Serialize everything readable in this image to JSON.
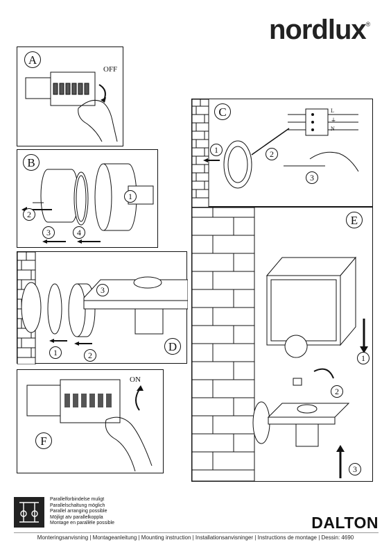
{
  "brand": {
    "name": "nordlux",
    "mark": "®"
  },
  "panels": {
    "A": {
      "label": "A",
      "state": "OFF"
    },
    "B": {
      "label": "B",
      "steps": [
        "1",
        "2",
        "3",
        "4"
      ]
    },
    "C": {
      "label": "C",
      "steps": [
        "1",
        "2",
        "3"
      ],
      "terminals": [
        "L",
        "⏚",
        "N"
      ]
    },
    "D": {
      "label": "D",
      "steps": [
        "1",
        "2",
        "3"
      ]
    },
    "E": {
      "label": "E",
      "steps": [
        "1",
        "2",
        "3"
      ]
    },
    "F": {
      "label": "F",
      "state": "ON"
    }
  },
  "parallel": {
    "lines": [
      "Parallelforbindelse muligt",
      "Parallelschaltung möglich",
      "Parallel arranging possible",
      "Möjligt atv parallelkoppla",
      "Montage en parallèle possible"
    ]
  },
  "product_name": "DALTON",
  "footer": "Monteringsanvisning | Montageanleitung | Mounting instruction | Installationsanvisninger | Instructions de montage | Dessin: 4690",
  "colors": {
    "ink": "#111111",
    "panel_fill": "#ffffff"
  }
}
